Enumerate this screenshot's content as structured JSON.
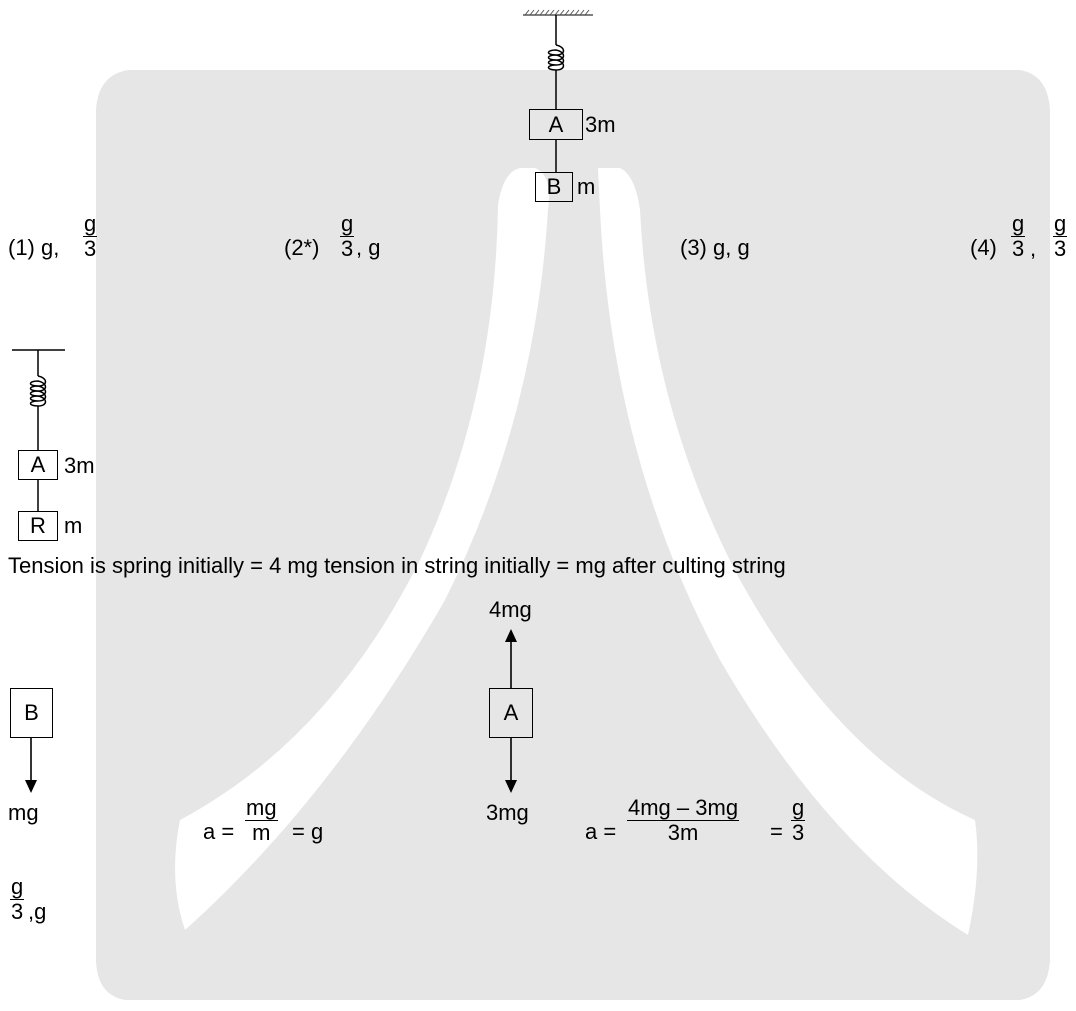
{
  "options": {
    "opt1": {
      "prefix": "(1) g,",
      "frac_num": "g",
      "frac_den": "3"
    },
    "opt2": {
      "prefix": "(2*)",
      "frac_num": "g",
      "frac_den": "3",
      "suffix": ", g"
    },
    "opt3": {
      "text": "(3) g, g"
    },
    "opt4": {
      "prefix": "(4)",
      "frac1_num": "g",
      "frac1_den": "3",
      "comma": ",",
      "frac2_num": "g",
      "frac2_den": "3"
    }
  },
  "top_figure": {
    "block_a": "A",
    "mass_a": "3m",
    "block_b": "B",
    "mass_b": "m"
  },
  "left_figure": {
    "block_a": "A",
    "mass_a": "3m",
    "block_b": "R",
    "mass_b": "m"
  },
  "statement": "Tension is spring initially = 4 mg tension in string initially = mg after culting string",
  "fbd_b": {
    "block": "B",
    "force": "mg",
    "eq_lhs": "a =",
    "eq_num": "mg",
    "eq_den": "m",
    "eq_rhs": "= g"
  },
  "fbd_a": {
    "block": "A",
    "force_up": "4mg",
    "force_down": "3mg",
    "eq_lhs": "a =",
    "eq_num": "4mg – 3mg",
    "eq_den": "3m",
    "eq_mid": "=",
    "eq_num2": "g",
    "eq_den2": "3"
  },
  "answer": {
    "frac_num": "g",
    "frac_den": "3",
    "suffix": ",g"
  }
}
